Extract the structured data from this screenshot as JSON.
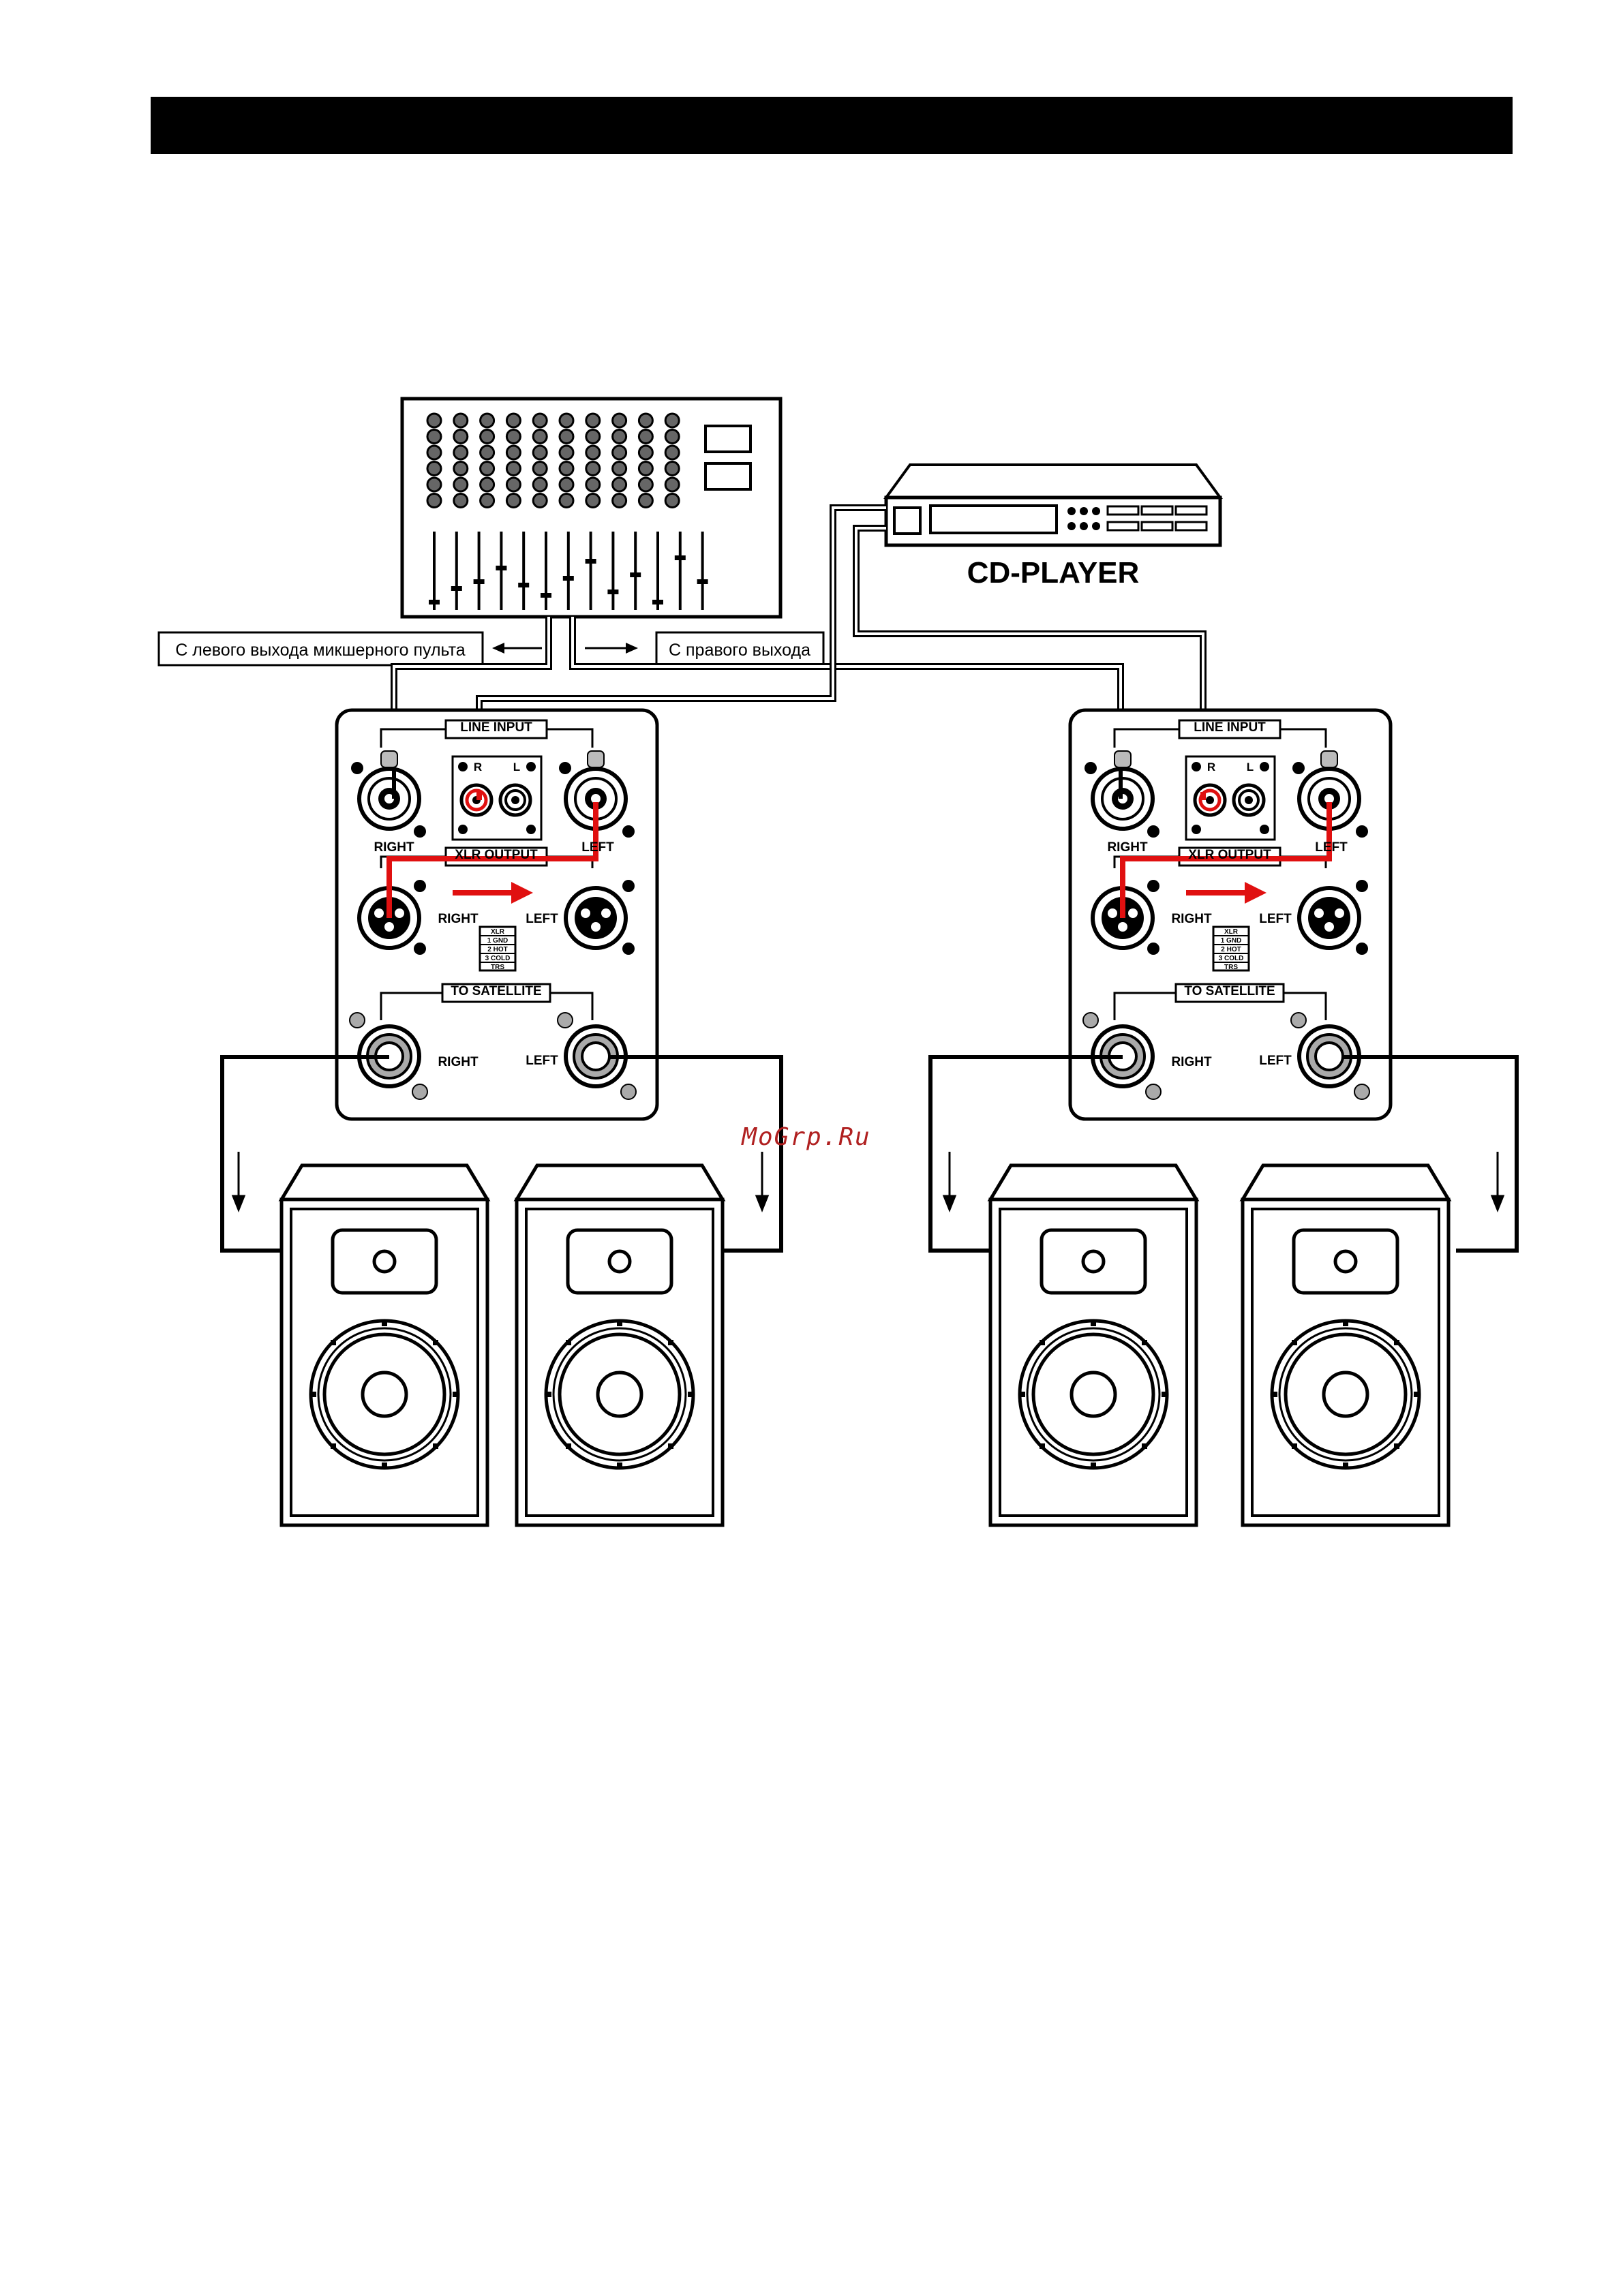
{
  "header": {
    "bar_color": "#000000"
  },
  "mixer": {
    "left_output_label": "С левого выхода микшерного пульта",
    "right_output_label": "С правого выхода"
  },
  "cd_player": {
    "label": "CD-PLAYER"
  },
  "amp_panel": {
    "line_input_label": "LINE  INPUT",
    "rca_r": "R",
    "rca_l": "L",
    "right_label": "RIGHT",
    "left_label": "LEFT",
    "xlr_output_label": "XLR  OUTPUT",
    "to_satellite_label": "TO SATELLITE",
    "xlr_table": [
      "XLR",
      "1 GND",
      "2 HOT",
      "3 COLD",
      "TRS"
    ]
  },
  "watermark": {
    "text": "MoGrp.Ru",
    "color": "#b02020"
  },
  "colors": {
    "signal_red": "#e01010",
    "line": "#000000"
  }
}
